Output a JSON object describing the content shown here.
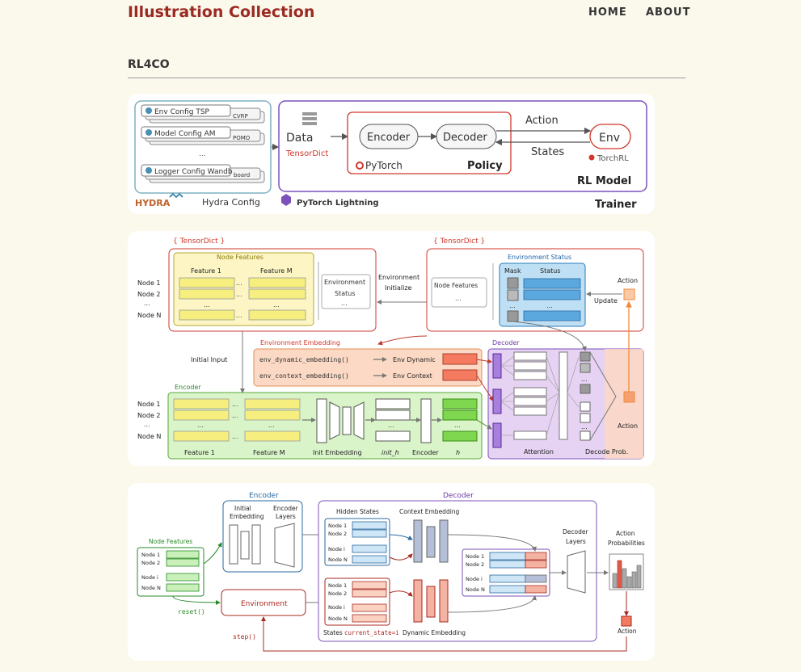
{
  "site": {
    "title": "Illustration Collection"
  },
  "nav": {
    "home": "HOME",
    "about": "ABOUT"
  },
  "section": {
    "title": "RL4CO"
  },
  "fig1": {
    "env_config": "Env Config TSP",
    "env_tag": "CVRP",
    "model_config": "Model Config AM",
    "model_tag": "POMO",
    "dots": "...",
    "logger_config": "Logger Config Wandb",
    "logger_tag": "board",
    "hydra_logo": "HYDRA",
    "hydra_config": "Hydra Config",
    "lightning": "PyTorch Lightning",
    "data": "Data",
    "tensordict": "TensorDict",
    "encoder": "Encoder",
    "decoder": "Decoder",
    "pytorch": "PyTorch",
    "policy": "Policy",
    "action": "Action",
    "states": "States",
    "env": "Env",
    "torchrl": "TorchRL",
    "rl_model": "RL Model",
    "trainer": "Trainer"
  },
  "fig2": {
    "tensordict_left": "{ TensorDict }",
    "tensordict_right": "{ TensorDict }",
    "node_features": "Node Features",
    "feature1": "Feature 1",
    "featureM": "Feature M",
    "node1": "Node 1",
    "node2": "Node 2",
    "nodeN": "Node N",
    "dots": "...",
    "env_status_box1": "Environment",
    "env_status_box2": "Status",
    "env_init1": "Environment",
    "env_init2": "Initialize",
    "nf_small": "Node Features",
    "env_status_title": "Environment Status",
    "mask": "Mask",
    "status": "Status",
    "action": "Action",
    "update": "Update",
    "env_embedding": "Environment Embedding",
    "dyn_fn": "env_dynamic_embedding()",
    "ctx_fn": "env_context_embedding()",
    "env_dynamic": "Env Dynamic",
    "env_context": "Env Context",
    "initial_input": "Initial Input",
    "encoder": "Encoder",
    "decoder": "Decoder",
    "init_embedding": "Init Embedding",
    "init_h": "init_h",
    "encoder_lbl": "Encoder",
    "h": "h",
    "attention": "Attention",
    "decode_prob": "Decode Prob.",
    "action2": "Action"
  },
  "fig3": {
    "encoder": "Encoder",
    "decoder": "Decoder",
    "initial_embedding1": "Initial",
    "initial_embedding2": "Embedding",
    "encoder_layers1": "Encoder",
    "encoder_layers2": "Layers",
    "node_features": "Node Features",
    "node1": "Node 1",
    "node2": "Node 2",
    "nodei": "Node i",
    "nodeN": "Node N",
    "dots": "...",
    "hidden_states": "Hidden States",
    "context_embedding": "Context Embedding",
    "decoder_layers1": "Decoder",
    "decoder_layers2": "Layers",
    "action_prob1": "Action",
    "action_prob2": "Probabilities",
    "reset": "reset()",
    "environment": "Environment",
    "step": "step()",
    "states": "States",
    "current_state": "current_state=i",
    "dynamic_embedding": "Dynamic Embedding",
    "action": "Action"
  }
}
